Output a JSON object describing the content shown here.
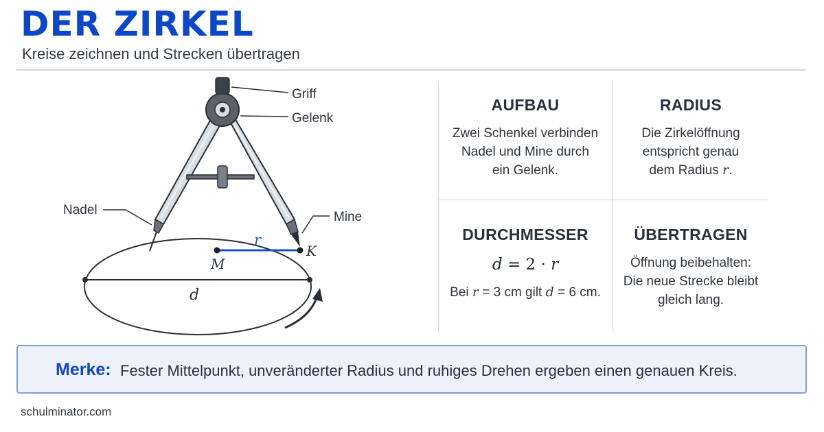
{
  "header": {
    "title": "DER ZIRKEL",
    "subtitle": "Kreise zeichnen und Strecken übertragen"
  },
  "diagram": {
    "labels": {
      "griff": "Griff",
      "gelenk": "Gelenk",
      "nadel": "Nadel",
      "mine": "Mine",
      "r": "r",
      "m": "M",
      "k": "K",
      "d": "d"
    },
    "colors": {
      "radius_line": "#1450c8",
      "outline": "#2a2f36",
      "leg_fill": "#d9dde3"
    }
  },
  "cards": {
    "aufbau": {
      "title": "AUFBAU",
      "text": "Zwei Schenkel verbinden\nNadel und Mine durch\nein Gelenk."
    },
    "radius": {
      "title": "RADIUS",
      "text_line1": "Die Zirkelöffnung",
      "text_line2": "entspricht genau",
      "text_line3_prefix": "dem Radius",
      "text_line3_var": "r",
      "text_line3_suffix": "."
    },
    "durchmesser": {
      "title": "DURCHMESSER",
      "formula_lhs": "d",
      "formula_eq": "=",
      "formula_two": "2",
      "formula_dot": "·",
      "formula_rhs": "r",
      "example_prefix": "Bei",
      "example_var_r": "r",
      "example_mid": "= 3 cm gilt",
      "example_var_d": "d",
      "example_suffix": "= 6 cm."
    },
    "uebertragen": {
      "title": "ÜBERTRAGEN",
      "text": "Öffnung beibehalten:\nDie neue Strecke bleibt\ngleich lang."
    }
  },
  "remember": {
    "label": "Merke:",
    "text": "Fester Mittelpunkt, unveränderter Radius und ruhiges Drehen ergeben einen genauen Kreis."
  },
  "footer": {
    "brand": "schulminator.com"
  },
  "colors": {
    "accent": "#0d47c9",
    "remember_bg": "#eef3fb",
    "remember_border": "#7ea2d8"
  }
}
